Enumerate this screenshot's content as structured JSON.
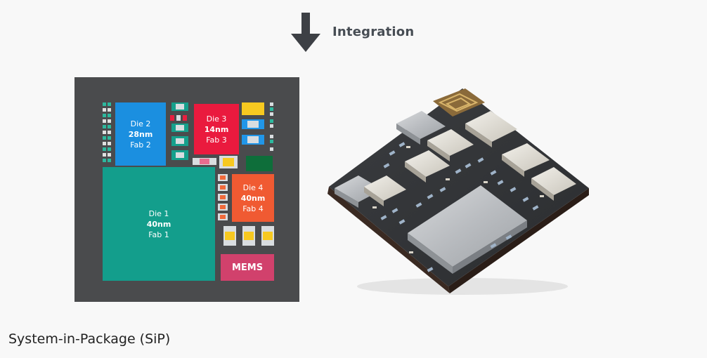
{
  "header": {
    "integration_label": "Integration",
    "arrow_icon": "arrow-down-icon"
  },
  "layout_diagram": {
    "dies": [
      {
        "name": "Die 1",
        "node": "40nm",
        "fab": "Fab 1",
        "color": "#139e8c"
      },
      {
        "name": "Die 2",
        "node": "28nm",
        "fab": "Fab 2",
        "color": "#1b8fe0"
      },
      {
        "name": "Die 3",
        "node": "14nm",
        "fab": "Fab 3",
        "color": "#ea1a3e"
      },
      {
        "name": "Die 4",
        "node": "40nm",
        "fab": "Fab 4",
        "color": "#f05a32"
      }
    ],
    "mems": {
      "label": "MEMS",
      "color": "#d1416c"
    },
    "colors": {
      "substrate": "#4a4b4d",
      "passive_teal": "#16a08c",
      "passive_blue": "#2196e8",
      "passive_yellow": "#f7c920",
      "passive_red": "#e8203f",
      "passive_green": "#0e6e3a",
      "passive_pink": "#e86c8f",
      "passive_orange": "#f06a3c",
      "passive_light": "#d9dde0"
    }
  },
  "photo": {
    "subject": "sip-module-photo"
  },
  "caption": "System-in-Package (SiP)"
}
